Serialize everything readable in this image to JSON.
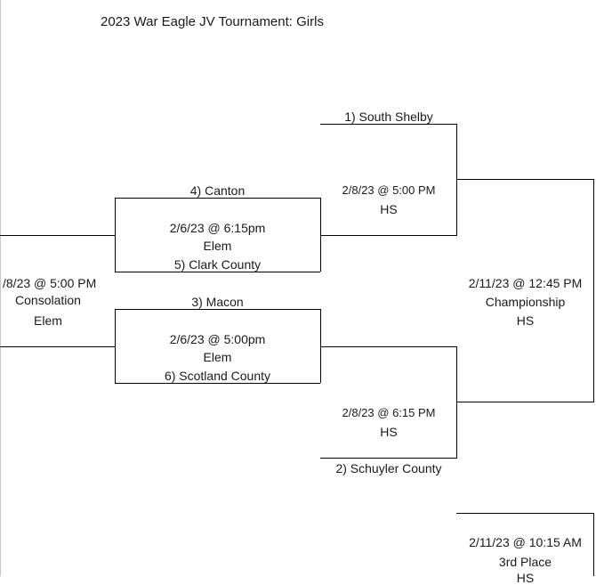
{
  "title": "2023 War Eagle JV Tournament:  Girls",
  "teams": {
    "seed1": "1) South Shelby",
    "seed2": "2)  Schuyler County",
    "seed3": "3)  Macon",
    "seed4": "4) Canton",
    "seed5": "5) Clark County",
    "seed6": "6) Scotland County"
  },
  "games": {
    "g1": {
      "time": "2/6/23 @ 6:15pm",
      "site": "Elem"
    },
    "g2": {
      "time": "2/6/23 @ 5:00pm",
      "site": "Elem"
    },
    "semi1": {
      "time": "2/8/23 @ 5:00 PM",
      "site": "HS"
    },
    "semi2": {
      "time": "2/8/23 @ 6:15 PM",
      "site": "HS"
    },
    "consolation": {
      "time": "/8/23 @ 5:00 PM",
      "label": "Consolation",
      "site": "Elem"
    },
    "championship": {
      "time": "2/11/23 @ 12:45 PM",
      "label": "Championship",
      "site": "HS"
    },
    "third_place": {
      "time": "2/11/23 @ 10:15 AM",
      "label": "3rd Place",
      "site": "HS"
    }
  }
}
